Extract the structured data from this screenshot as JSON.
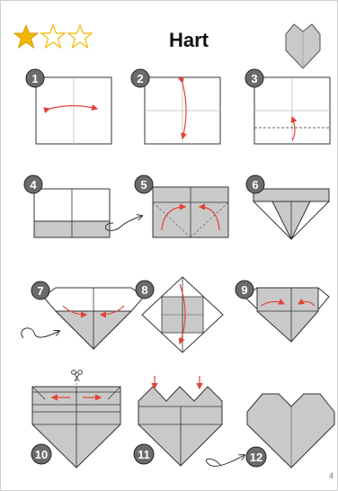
{
  "title": "Hart",
  "rating": {
    "filled": 1,
    "total": 3
  },
  "colors": {
    "paper": "#c9c9c9",
    "arrow": "#e0443a",
    "badge": "#6b6b6b",
    "star": "#f2b705"
  },
  "steps": [
    {
      "number": "1"
    },
    {
      "number": "2"
    },
    {
      "number": "3"
    },
    {
      "number": "4"
    },
    {
      "number": "5"
    },
    {
      "number": "6"
    },
    {
      "number": "7"
    },
    {
      "number": "8"
    },
    {
      "number": "9"
    },
    {
      "number": "10"
    },
    {
      "number": "11"
    },
    {
      "number": "12"
    }
  ],
  "corner_mark": "4"
}
